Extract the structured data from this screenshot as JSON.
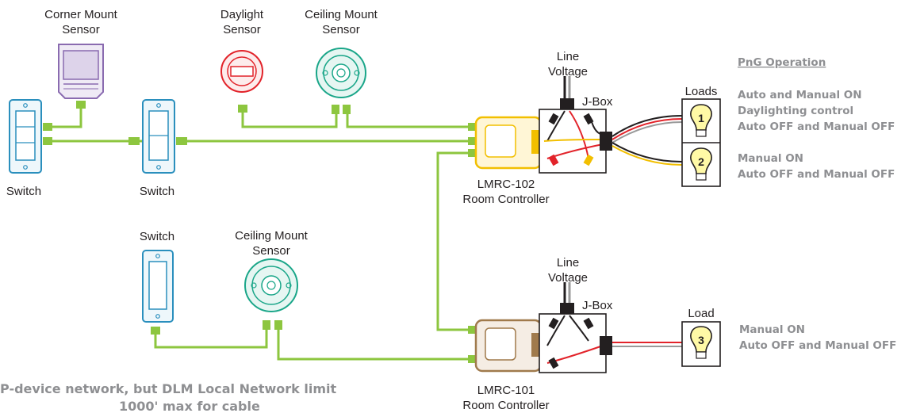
{
  "labels": {
    "corner_mount_sensor": [
      "Corner Mount",
      "Sensor"
    ],
    "daylight_sensor": [
      "Daylight",
      "Sensor"
    ],
    "ceiling_mount_sensor_1": [
      "Ceiling Mount",
      "Sensor"
    ],
    "ceiling_mount_sensor_2": [
      "Ceiling Mount",
      "Sensor"
    ],
    "switch_1": "Switch",
    "switch_2": "Switch",
    "switch_3": "Switch",
    "line_voltage_1": [
      "Line",
      "Voltage"
    ],
    "line_voltage_2": [
      "Line",
      "Voltage"
    ],
    "jbox_1": "J-Box",
    "jbox_2": "J-Box",
    "controller_1": [
      "LMRC-102",
      "Room Controller"
    ],
    "controller_2": [
      "LMRC-101",
      "Room Controller"
    ],
    "loads": "Loads",
    "load": "Load",
    "load_numbers": [
      "1",
      "2",
      "3"
    ]
  },
  "png_operation": {
    "title": "PnG Operation",
    "group_1": [
      "Auto and Manual ON",
      "Daylighting control",
      "Auto OFF and Manual OFF"
    ],
    "group_2": [
      "Manual ON",
      "Auto OFF and Manual OFF"
    ],
    "group_3": [
      "Manual ON",
      "Auto OFF and Manual OFF"
    ]
  },
  "footnote": [
    "P-device network, but DLM Local Network limit",
    "1000' max for cable"
  ],
  "colors": {
    "cable": "#8dc63f",
    "corner_sensor": "#8a6bb0",
    "daylight_sensor": "#e2232a",
    "ceiling_sensor": "#1aa689",
    "switch": "#2a8fbd",
    "controller_102": "#f2bf00",
    "controller_101": "#a07a4c",
    "bulb": "#fff9a6",
    "text_gray": "#8e8f92"
  }
}
